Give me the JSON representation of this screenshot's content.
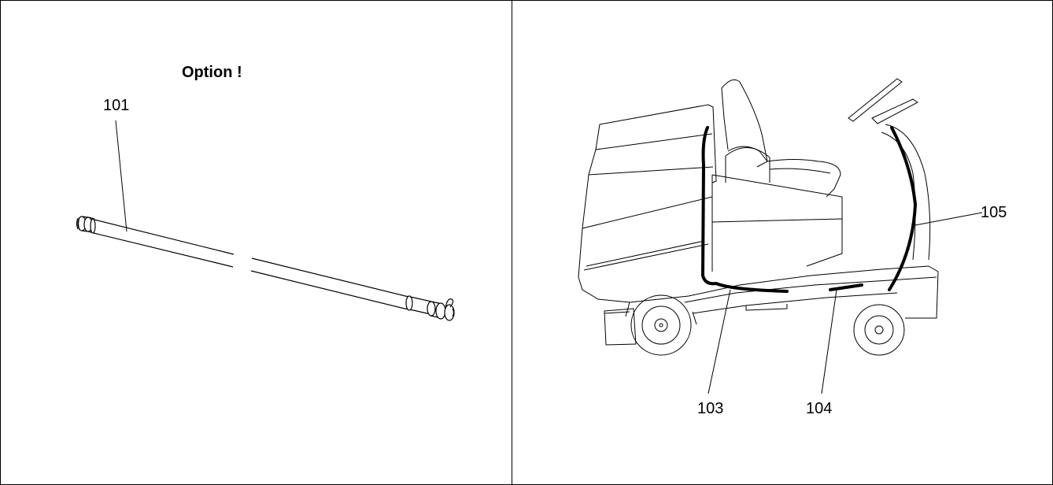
{
  "left_panel": {
    "option_label": "Option !",
    "part_101": "101"
  },
  "right_panel": {
    "part_103": "103",
    "part_104": "104",
    "part_105": "105"
  }
}
